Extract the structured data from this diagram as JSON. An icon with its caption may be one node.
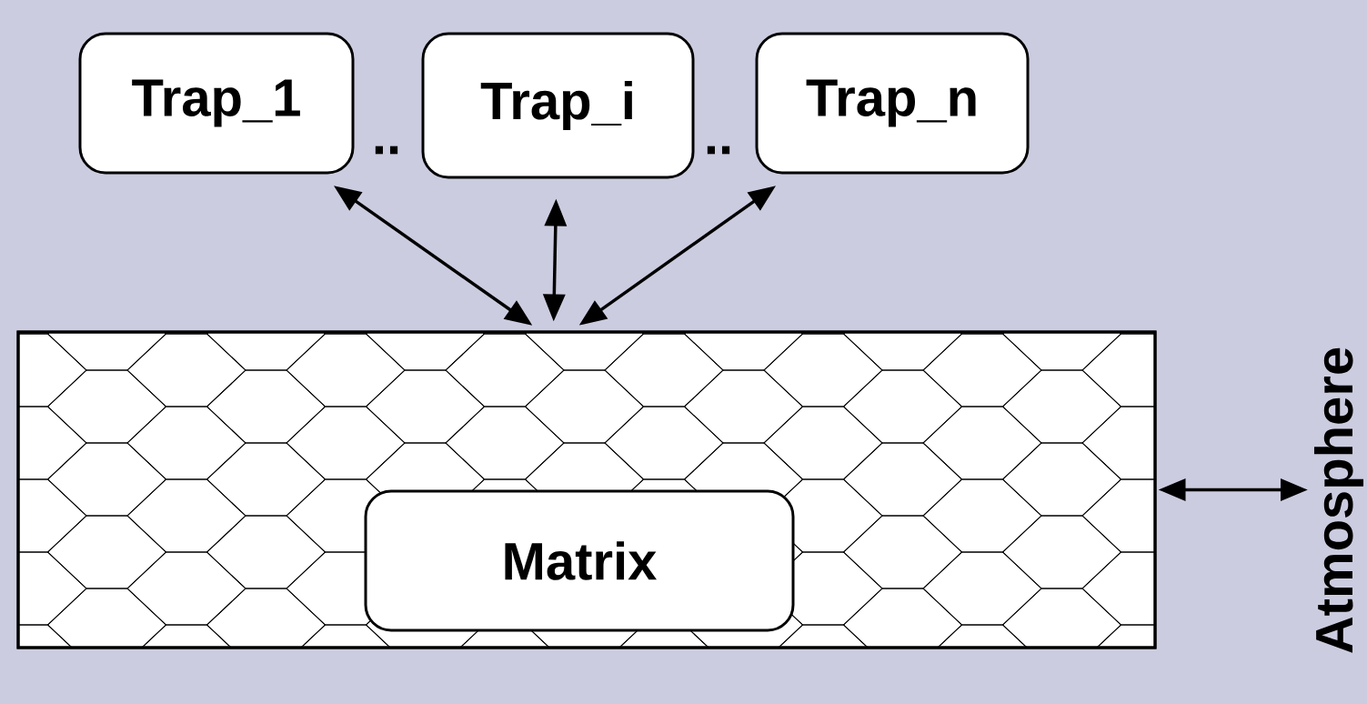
{
  "diagram": {
    "nodes": [
      {
        "text": [
          "Trap_1"
        ]
      },
      {
        "text": [
          "Trap_i"
        ]
      },
      {
        "text": [
          "Trap_n"
        ]
      },
      {
        "text": [],
        "shape": "box"
      },
      {
        "text": [
          "Matrix"
        ],
        "in": 3
      },
      {
        "text": [
          "Atmosphere"
        ]
      }
    ],
    "edges": [
      {
        "from": 0,
        "to": 3,
        "arrow": "both"
      },
      {
        "from": 1,
        "to": 3,
        "arrow": "both"
      },
      {
        "from": 2,
        "to": 3,
        "arrow": "both"
      },
      {
        "from": 3,
        "to": 5,
        "arrow": "both"
      }
    ],
    "labels": [
      "..",
      ".."
    ]
  }
}
